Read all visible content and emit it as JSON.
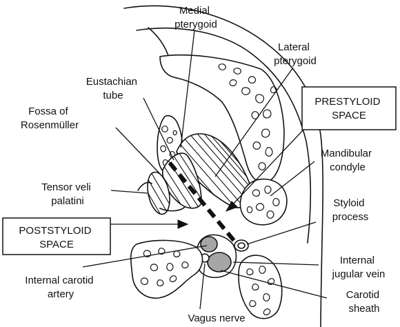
{
  "labels": {
    "medial_pterygoid": [
      "Medial",
      "pterygoid"
    ],
    "lateral_pterygoid": [
      "Lateral",
      "pterygoid"
    ],
    "eustachian_tube": [
      "Eustachian",
      "tube"
    ],
    "fossa_of_rosenmuller": [
      "Fossa of",
      "Rosenmüller"
    ],
    "prestyloid_space": [
      "PRESTYLOID",
      "SPACE"
    ],
    "mandibular_condyle": [
      "Mandibular",
      "condyle"
    ],
    "tensor_veli_palatini": [
      "Tensor veli",
      "palatini"
    ],
    "styloid_process": [
      "Styloid",
      "process"
    ],
    "poststyloid_space": [
      "POSTSTYLOID",
      "SPACE"
    ],
    "internal_jugular_vein": [
      "Internal",
      "jugular vein"
    ],
    "internal_carotid_artery": [
      "Internal carotid",
      "artery"
    ],
    "carotid_sheath": [
      "Carotid",
      "sheath"
    ],
    "vagus_nerve": [
      "Vagus nerve"
    ]
  },
  "colors": {
    "ink": "#111111",
    "vessel_fill": "#a6a6a6",
    "background": "#ffffff"
  }
}
